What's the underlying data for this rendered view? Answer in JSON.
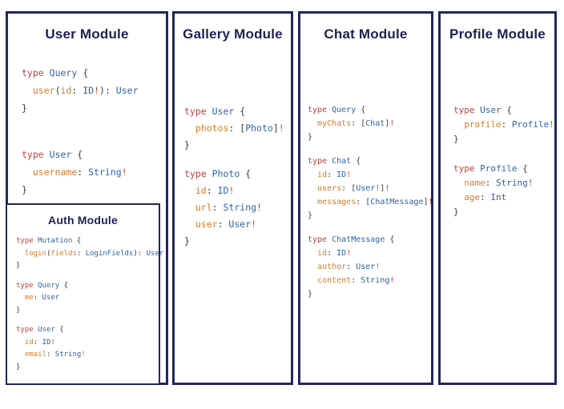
{
  "colors": {
    "border": "#222759",
    "title": "#1c2150",
    "k": "#b8433e",
    "t": "#2f62a6",
    "f": "#d57c2b",
    "p": "#3c3c3c",
    "b": "#c9472f",
    "bg": "#ffffff"
  },
  "modules": [
    {
      "title": "User Module",
      "blocks": [
        [
          [
            [
              "k",
              "type"
            ],
            [
              "p",
              " "
            ],
            [
              "t",
              "Query"
            ],
            [
              "p",
              " {"
            ]
          ],
          [
            [
              "p",
              "  "
            ],
            [
              "f",
              "user"
            ],
            [
              "p",
              "("
            ],
            [
              "f",
              "id"
            ],
            [
              "p",
              ": "
            ],
            [
              "t",
              "ID"
            ],
            [
              "b",
              "!"
            ],
            [
              "p",
              "): "
            ],
            [
              "t",
              "User"
            ]
          ],
          [
            [
              "p",
              "}"
            ]
          ]
        ],
        [
          [
            [
              "k",
              "type"
            ],
            [
              "p",
              " "
            ],
            [
              "t",
              "User"
            ],
            [
              "p",
              " {"
            ]
          ],
          [
            [
              "p",
              "  "
            ],
            [
              "f",
              "username"
            ],
            [
              "p",
              ": "
            ],
            [
              "t",
              "String"
            ],
            [
              "b",
              "!"
            ]
          ],
          [
            [
              "p",
              "}"
            ]
          ]
        ]
      ],
      "submodule": {
        "title": "Auth Module",
        "blocks": [
          [
            [
              [
                "k",
                "type"
              ],
              [
                "p",
                " "
              ],
              [
                "t",
                "Mutation"
              ],
              [
                "p",
                " {"
              ]
            ],
            [
              [
                "p",
                "  "
              ],
              [
                "f",
                "login"
              ],
              [
                "p",
                "("
              ],
              [
                "f",
                "fields"
              ],
              [
                "p",
                ": "
              ],
              [
                "t",
                "LoginFields"
              ],
              [
                "p",
                "): "
              ],
              [
                "t",
                "User"
              ]
            ],
            [
              [
                "p",
                "}"
              ]
            ]
          ],
          [
            [
              [
                "k",
                "type"
              ],
              [
                "p",
                " "
              ],
              [
                "t",
                "Query"
              ],
              [
                "p",
                " {"
              ]
            ],
            [
              [
                "p",
                "  "
              ],
              [
                "f",
                "me"
              ],
              [
                "p",
                ": "
              ],
              [
                "t",
                "User"
              ]
            ],
            [
              [
                "p",
                "}"
              ]
            ]
          ],
          [
            [
              [
                "k",
                "type"
              ],
              [
                "p",
                " "
              ],
              [
                "t",
                "User"
              ],
              [
                "p",
                " {"
              ]
            ],
            [
              [
                "p",
                "  "
              ],
              [
                "f",
                "id"
              ],
              [
                "p",
                ": "
              ],
              [
                "t",
                "ID"
              ],
              [
                "b",
                "!"
              ]
            ],
            [
              [
                "p",
                "  "
              ],
              [
                "f",
                "email"
              ],
              [
                "p",
                ": "
              ],
              [
                "t",
                "String"
              ],
              [
                "b",
                "!"
              ]
            ],
            [
              [
                "p",
                "}"
              ]
            ]
          ]
        ]
      }
    },
    {
      "title": "Gallery Module",
      "blocks": [
        [
          [
            [
              "k",
              "type"
            ],
            [
              "p",
              " "
            ],
            [
              "t",
              "User"
            ],
            [
              "p",
              " {"
            ]
          ],
          [
            [
              "p",
              "  "
            ],
            [
              "f",
              "photos"
            ],
            [
              "p",
              ": ["
            ],
            [
              "t",
              "Photo"
            ],
            [
              "p",
              "]"
            ],
            [
              "b",
              "!"
            ]
          ],
          [
            [
              "p",
              "}"
            ]
          ]
        ],
        [
          [
            [
              "k",
              "type"
            ],
            [
              "p",
              " "
            ],
            [
              "t",
              "Photo"
            ],
            [
              "p",
              " {"
            ]
          ],
          [
            [
              "p",
              "  "
            ],
            [
              "f",
              "id"
            ],
            [
              "p",
              ": "
            ],
            [
              "t",
              "ID"
            ],
            [
              "b",
              "!"
            ]
          ],
          [
            [
              "p",
              "  "
            ],
            [
              "f",
              "url"
            ],
            [
              "p",
              ": "
            ],
            [
              "t",
              "String"
            ],
            [
              "b",
              "!"
            ]
          ],
          [
            [
              "p",
              "  "
            ],
            [
              "f",
              "user"
            ],
            [
              "p",
              ": "
            ],
            [
              "t",
              "User"
            ],
            [
              "b",
              "!"
            ]
          ],
          [
            [
              "p",
              "}"
            ]
          ]
        ]
      ]
    },
    {
      "title": "Chat Module",
      "blocks": [
        [
          [
            [
              "k",
              "type"
            ],
            [
              "p",
              " "
            ],
            [
              "t",
              "Query"
            ],
            [
              "p",
              " {"
            ]
          ],
          [
            [
              "p",
              "  "
            ],
            [
              "f",
              "myChats"
            ],
            [
              "p",
              ": ["
            ],
            [
              "t",
              "Chat"
            ],
            [
              "p",
              "]"
            ],
            [
              "b",
              "!"
            ]
          ],
          [
            [
              "p",
              "}"
            ]
          ]
        ],
        [
          [
            [
              "k",
              "type"
            ],
            [
              "p",
              " "
            ],
            [
              "t",
              "Chat"
            ],
            [
              "p",
              " {"
            ]
          ],
          [
            [
              "p",
              "  "
            ],
            [
              "f",
              "id"
            ],
            [
              "p",
              ": "
            ],
            [
              "t",
              "ID"
            ],
            [
              "b",
              "!"
            ]
          ],
          [
            [
              "p",
              "  "
            ],
            [
              "f",
              "users"
            ],
            [
              "p",
              ": ["
            ],
            [
              "t",
              "User"
            ],
            [
              "b",
              "!"
            ],
            [
              "p",
              "]"
            ],
            [
              "b",
              "!"
            ]
          ],
          [
            [
              "p",
              "  "
            ],
            [
              "f",
              "messages"
            ],
            [
              "p",
              ": ["
            ],
            [
              "t",
              "ChatMessage"
            ],
            [
              "p",
              "]"
            ],
            [
              "b",
              "!"
            ]
          ],
          [
            [
              "p",
              "}"
            ]
          ]
        ],
        [
          [
            [
              "k",
              "type"
            ],
            [
              "p",
              " "
            ],
            [
              "t",
              "ChatMessage"
            ],
            [
              "p",
              " {"
            ]
          ],
          [
            [
              "p",
              "  "
            ],
            [
              "f",
              "id"
            ],
            [
              "p",
              ": "
            ],
            [
              "t",
              "ID"
            ],
            [
              "b",
              "!"
            ]
          ],
          [
            [
              "p",
              "  "
            ],
            [
              "f",
              "author"
            ],
            [
              "p",
              ": "
            ],
            [
              "t",
              "User"
            ],
            [
              "b",
              "!"
            ]
          ],
          [
            [
              "p",
              "  "
            ],
            [
              "f",
              "content"
            ],
            [
              "p",
              ": "
            ],
            [
              "t",
              "String"
            ],
            [
              "b",
              "!"
            ]
          ],
          [
            [
              "p",
              "}"
            ]
          ]
        ]
      ]
    },
    {
      "title": "Profile Module",
      "blocks": [
        [
          [
            [
              "k",
              "type"
            ],
            [
              "p",
              " "
            ],
            [
              "t",
              "User"
            ],
            [
              "p",
              " {"
            ]
          ],
          [
            [
              "p",
              "  "
            ],
            [
              "f",
              "profile"
            ],
            [
              "p",
              ": "
            ],
            [
              "t",
              "Profile"
            ],
            [
              "b",
              "!"
            ]
          ],
          [
            [
              "p",
              "}"
            ]
          ]
        ],
        [
          [
            [
              "k",
              "type"
            ],
            [
              "p",
              " "
            ],
            [
              "t",
              "Profile"
            ],
            [
              "p",
              " {"
            ]
          ],
          [
            [
              "p",
              "  "
            ],
            [
              "f",
              "name"
            ],
            [
              "p",
              ": "
            ],
            [
              "t",
              "String"
            ],
            [
              "b",
              "!"
            ]
          ],
          [
            [
              "p",
              "  "
            ],
            [
              "f",
              "age"
            ],
            [
              "p",
              ": "
            ],
            [
              "t",
              "Int"
            ]
          ],
          [
            [
              "p",
              "}"
            ]
          ]
        ]
      ]
    }
  ]
}
